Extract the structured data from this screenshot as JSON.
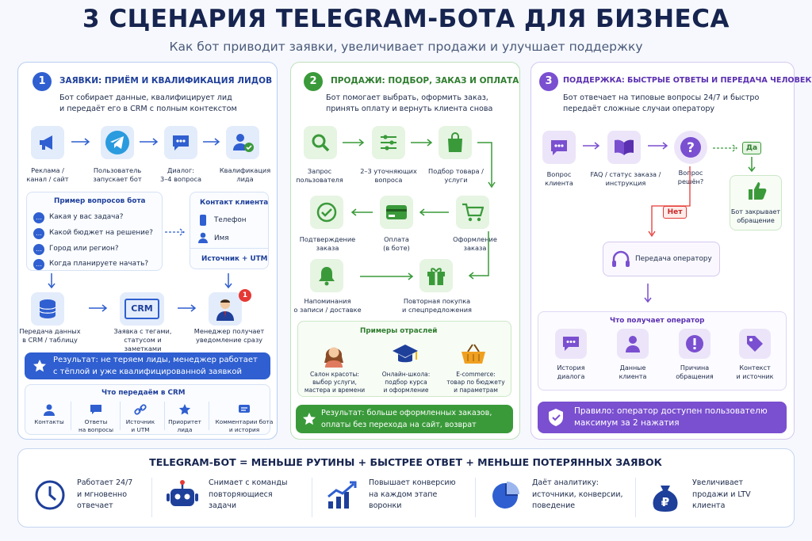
{
  "header": {
    "title": "3 СЦЕНАРИЯ TELEGRAM-БОТА ДЛЯ БИЗНЕСА",
    "subtitle": "Как бот приводит заявки, увеличивает продажи и улучшает поддержку"
  },
  "colors": {
    "blue": "#2f5fd0",
    "green": "#3a9a3a",
    "purple": "#7a4fd0",
    "navy": "#16244f",
    "red": "#e53935"
  },
  "s1": {
    "num": "1",
    "title": "ЗАЯВКИ: ПРИЁМ И КВАЛИФИКАЦИЯ ЛИДОВ",
    "desc1": "Бот собирает данные, квалифицирует лид",
    "desc2": "и передаёт его в CRM с полным контекстом",
    "steps": [
      {
        "l1": "Реклама /",
        "l2": "канал / сайт",
        "icon": "megaphone-icon"
      },
      {
        "l1": "Пользователь",
        "l2": "запускает бот",
        "icon": "telegram-icon"
      },
      {
        "l1": "Диалог:",
        "l2": "3–4 вопроса",
        "icon": "chat-icon"
      },
      {
        "l1": "Квалификация",
        "l2": "лида",
        "icon": "user-check-icon"
      }
    ],
    "questions_title": "Пример вопросов бота",
    "questions": [
      "Какая у вас задача?",
      "Какой бюджет на решение?",
      "Город или регион?",
      "Когда планируете начать?"
    ],
    "contact": {
      "title": "Контакт клиента",
      "phone": "Телефон",
      "name": "Имя",
      "source": "Источник + UTM"
    },
    "crm_steps": [
      {
        "l1": "Передача данных",
        "l2": "в CRM / таблицу",
        "icon": "database-icon"
      },
      {
        "l1": "Заявка с тегами,",
        "l2": "статусом и заметками",
        "icon": "crm-icon",
        "badge_text": "CRM"
      },
      {
        "l1": "Менеджер получает",
        "l2": "уведомление сразу",
        "icon": "manager-icon",
        "badge": "1"
      }
    ],
    "result1": "Результат: не теряем лиды, менеджер работает",
    "result2": "с тёплой и уже квалифицированной заявкой",
    "crm_title": "Что передаём в CRM",
    "crm_items": [
      {
        "l1": "Контакты",
        "l2": "",
        "icon": "user-icon"
      },
      {
        "l1": "Ответы",
        "l2": "на вопросы",
        "icon": "chat-icon"
      },
      {
        "l1": "Источник",
        "l2": "и UTM",
        "icon": "link-icon"
      },
      {
        "l1": "Приоритет",
        "l2": "лида",
        "icon": "star-icon"
      },
      {
        "l1": "Комментарии бота",
        "l2": "и история",
        "icon": "comment-icon"
      }
    ]
  },
  "s2": {
    "num": "2",
    "title": "ПРОДАЖИ: ПОДБОР, ЗАКАЗ И ОПЛАТА",
    "desc1": "Бот помогает выбрать, оформить заказ,",
    "desc2": "принять оплату и вернуть клиента снова",
    "row1": [
      {
        "l1": "Запрос",
        "l2": "пользователя",
        "icon": "search-icon"
      },
      {
        "l1": "2–3 уточняющих",
        "l2": "вопроса",
        "icon": "sliders-icon"
      },
      {
        "l1": "Подбор товара /",
        "l2": "услуги",
        "icon": "bag-icon"
      }
    ],
    "row2": [
      {
        "l1": "Подтверждение",
        "l2": "заказа",
        "icon": "check-circle-icon"
      },
      {
        "l1": "Оплата",
        "l2": "(в боте)",
        "icon": "card-icon"
      },
      {
        "l1": "Оформление",
        "l2": "заказа",
        "icon": "cart-icon"
      }
    ],
    "row3": [
      {
        "l1": "Напоминания",
        "l2": "о записи / доставке",
        "icon": "bell-icon"
      },
      {
        "l1": "Повторная покупка",
        "l2": "и спецпредложения",
        "icon": "gift-icon"
      }
    ],
    "industries_title": "Примеры отраслей",
    "industries": [
      {
        "l1": "Салон красоты:",
        "l2": "выбор услуги,",
        "l3": "мастера и времени",
        "icon": "woman-icon"
      },
      {
        "l1": "Онлайн-школа:",
        "l2": "подбор курса",
        "l3": "и оформление",
        "icon": "graduation-cap-icon"
      },
      {
        "l1": "E-commerce:",
        "l2": "товар по бюджету",
        "l3": "и параметрам",
        "icon": "basket-icon"
      }
    ],
    "result1": "Результат: больше оформленных заказов,",
    "result2": "оплаты без перехода на сайт, возврат клиентов"
  },
  "s3": {
    "num": "3",
    "title": "ПОДДЕРЖКА: БЫСТРЫЕ ОТВЕТЫ И ПЕРЕДАЧА ЧЕЛОВЕКУ",
    "desc1": "Бот отвечает на типовые вопросы 24/7 и быстро",
    "desc2": "передаёт сложные случаи оператору",
    "flow": [
      {
        "l1": "Вопрос",
        "l2": "клиента",
        "icon": "chat-icon"
      },
      {
        "l1": "FAQ / статус заказа /",
        "l2": "инструкция",
        "icon": "book-icon"
      },
      {
        "l1": "Вопрос",
        "l2": "решён?",
        "icon": "question-icon"
      }
    ],
    "yes": "Да",
    "no": "Нет",
    "close1": "Бот закрывает",
    "close2": "обращение",
    "operator": "Передача оператору",
    "op_title": "Что получает оператор",
    "op_items": [
      {
        "l1": "История",
        "l2": "диалога",
        "icon": "chat-icon"
      },
      {
        "l1": "Данные",
        "l2": "клиента",
        "icon": "user-icon"
      },
      {
        "l1": "Причина",
        "l2": "обращения",
        "icon": "alert-icon"
      },
      {
        "l1": "Контекст",
        "l2": "и источник",
        "icon": "tag-icon"
      }
    ],
    "rule1": "Правило: оператор доступен пользователю",
    "rule2": "максимум за 2 нажатия"
  },
  "bottom": {
    "title": "TELEGRAM-БОТ = МЕНЬШЕ РУТИНЫ + БЫСТРЕЕ ОТВЕТ + МЕНЬШЕ ПОТЕРЯННЫХ ЗАЯВОК",
    "items": [
      {
        "l1": "Работает 24/7",
        "l2": "и мгновенно",
        "l3": "отвечает",
        "icon": "clock-icon"
      },
      {
        "l1": "Снимает с команды",
        "l2": "повторяющиеся",
        "l3": "задачи",
        "icon": "robot-icon"
      },
      {
        "l1": "Повышает конверсию",
        "l2": "на каждом этапе",
        "l3": "воронки",
        "icon": "chart-up-icon"
      },
      {
        "l1": "Даёт аналитику:",
        "l2": "источники, конверсии,",
        "l3": "поведение",
        "icon": "pie-icon"
      },
      {
        "l1": "Увеличивает",
        "l2": "продажи и LTV",
        "l3": "клиента",
        "icon": "money-bag-icon"
      }
    ]
  }
}
